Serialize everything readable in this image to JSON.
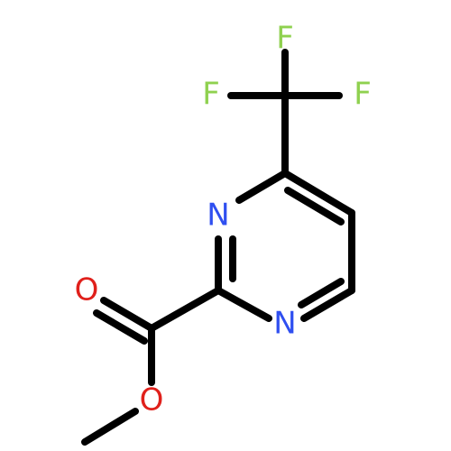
{
  "molecule": {
    "atoms": [
      {
        "id": "F_top",
        "label": "F",
        "color": "#8fd14f"
      },
      {
        "id": "F_left",
        "label": "F",
        "color": "#8fd14f"
      },
      {
        "id": "F_right",
        "label": "F",
        "color": "#8fd14f"
      },
      {
        "id": "N_upper",
        "label": "N",
        "color": "#2f4ff0"
      },
      {
        "id": "N_lower",
        "label": "N",
        "color": "#2f4ff0"
      },
      {
        "id": "O_carbonyl",
        "label": "O",
        "color": "#e0201b"
      },
      {
        "id": "O_ester",
        "label": "O",
        "color": "#e0201b"
      }
    ]
  }
}
